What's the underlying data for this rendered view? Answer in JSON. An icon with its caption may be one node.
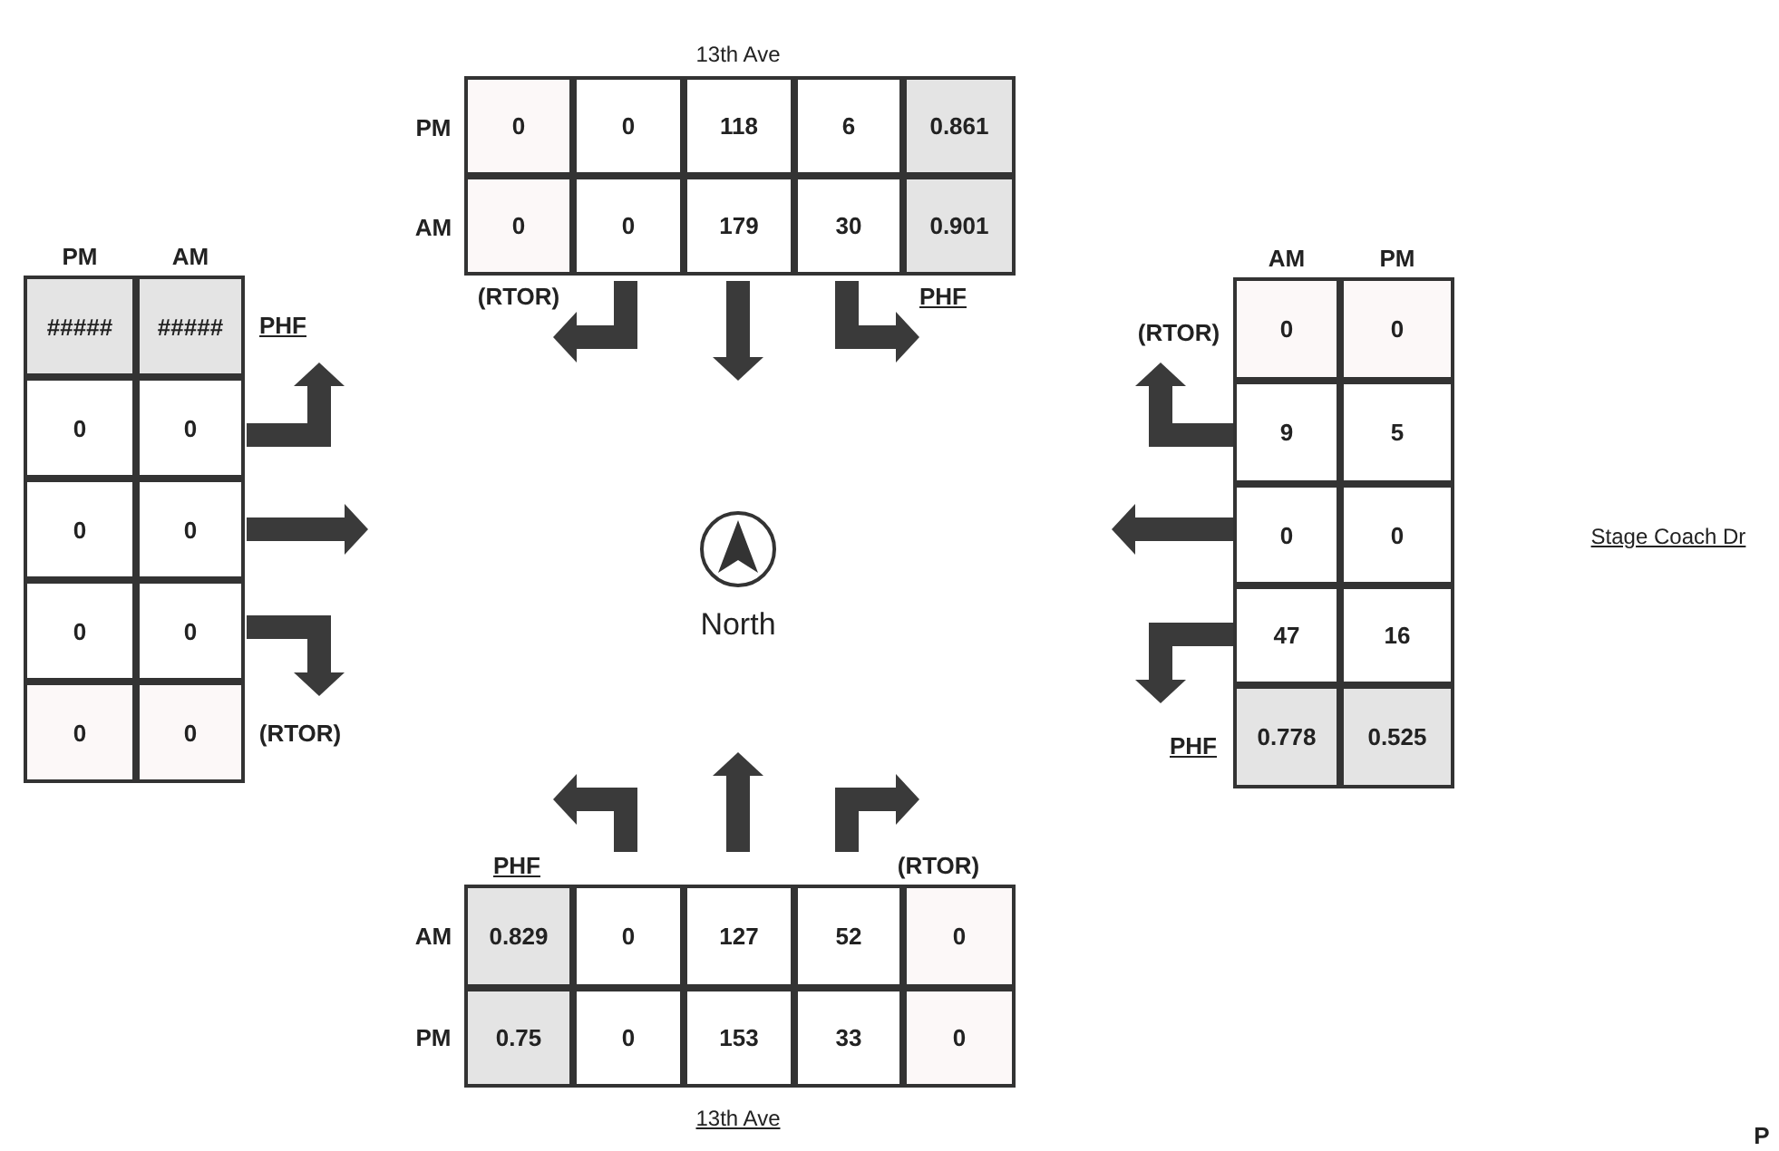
{
  "diagram": {
    "labels": [
      "13th Ave",
      "PM",
      "0",
      "0",
      "118",
      "6",
      "0.861",
      "AM",
      "0",
      "0",
      "179",
      "30",
      "0.901",
      "(RTOR)",
      "PHF",
      "PM",
      "AM",
      "#####",
      "#####",
      "PHF",
      "0",
      "0",
      "0",
      "0",
      "0",
      "0",
      "0",
      "0",
      "(RTOR)",
      "AM",
      "PM",
      "(RTOR)",
      "0",
      "0",
      "9",
      "5",
      "0",
      "0",
      "47",
      "16",
      "PHF",
      "0.778",
      "0.525",
      "North",
      "Stage Coach Dr",
      "PHF",
      "(RTOR)",
      "AM",
      "0.829",
      "0",
      "127",
      "52",
      "0",
      "PM",
      "0.75",
      "0",
      "153",
      "33",
      "0",
      "13th Ave",
      "P"
    ]
  }
}
